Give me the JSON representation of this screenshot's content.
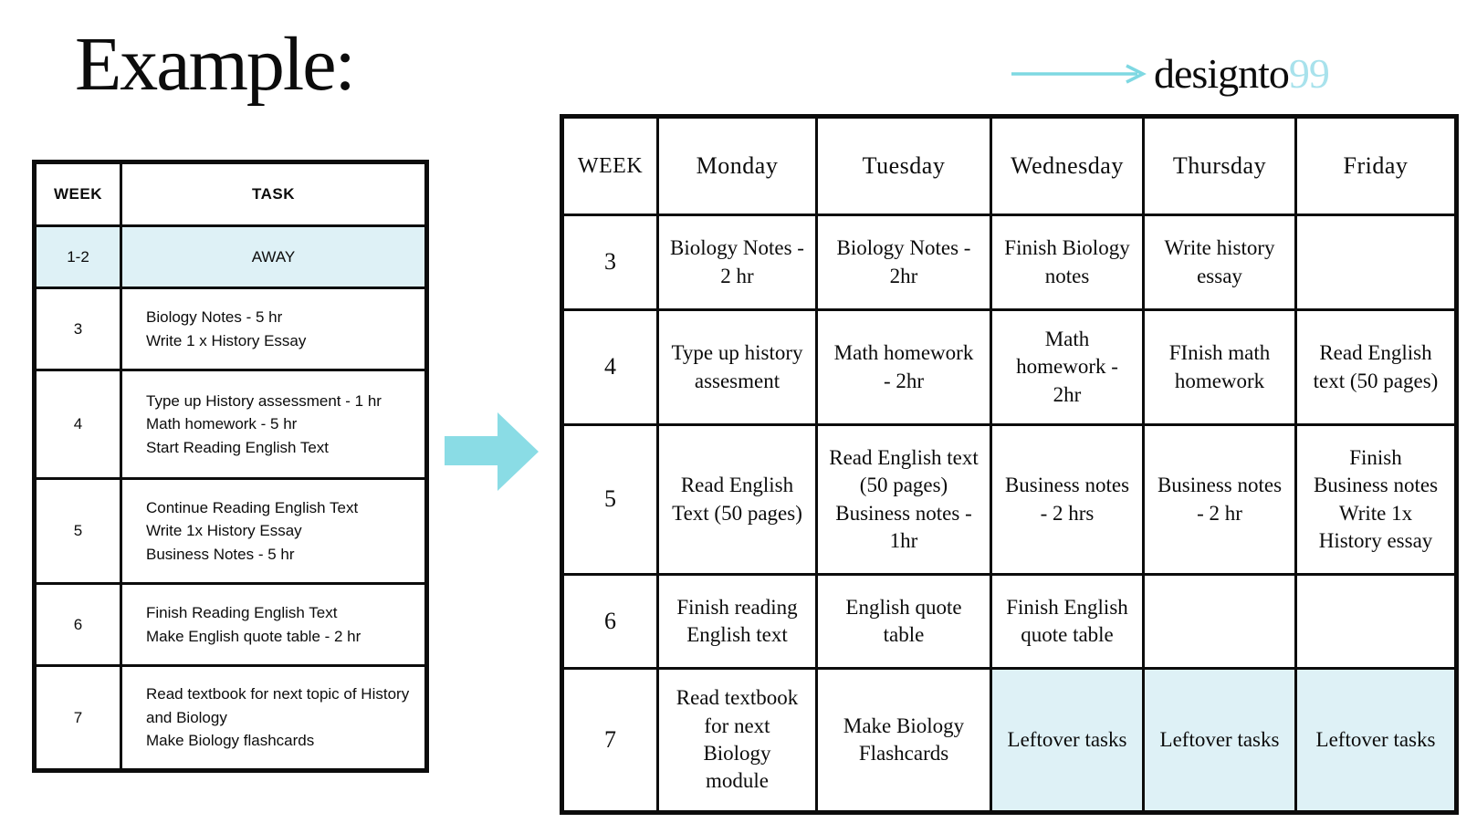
{
  "title": "Example:",
  "logo": {
    "name_black": "designto",
    "name_accent": "99",
    "arrow_icon": "right-arrow"
  },
  "colors": {
    "highlight": "#def1f6",
    "block_arrow": "#8adce5",
    "logo_accent": "#a8e2ec",
    "logo_arrow": "#7ed8e2",
    "ink": "#0c0c0c"
  },
  "task_table": {
    "col_headers": [
      "WEEK",
      "TASK"
    ],
    "rows": [
      {
        "week": "1-2",
        "task": "AWAY",
        "highlight": true
      },
      {
        "week": "3",
        "task": "Biology Notes - 5 hr\nWrite 1 x History Essay",
        "highlight": false
      },
      {
        "week": "4",
        "task": "Type up History assessment - 1 hr\nMath homework - 5 hr\nStart Reading English Text",
        "highlight": false
      },
      {
        "week": "5",
        "task": "Continue Reading English Text\nWrite 1x History Essay\nBusiness Notes - 5 hr",
        "highlight": false
      },
      {
        "week": "6",
        "task": "Finish Reading English Text\nMake English quote table - 2 hr",
        "highlight": false
      },
      {
        "week": "7",
        "task": "Read textbook for next topic of History and Biology\nMake Biology flashcards",
        "highlight": false
      }
    ]
  },
  "schedule_table": {
    "col_headers": [
      "WEEK",
      "Monday",
      "Tuesday",
      "Wednesday",
      "Thursday",
      "Friday"
    ],
    "rows": [
      {
        "week": "3",
        "monday": "Biology Notes - 2 hr",
        "tuesday": "Biology Notes - 2hr",
        "wednesday": "Finish Biology notes",
        "thursday": "Write history essay",
        "friday": "",
        "highlight_days": []
      },
      {
        "week": "4",
        "monday": "Type up history assesment",
        "tuesday": "Math homework - 2hr",
        "wednesday": "Math homework - 2hr",
        "thursday": "FInish math homework",
        "friday": "Read English text (50 pages)",
        "highlight_days": []
      },
      {
        "week": "5",
        "monday": "Read English Text (50 pages)",
        "tuesday": "Read English text (50 pages)\nBusiness notes - 1hr",
        "wednesday": "Business notes - 2 hrs",
        "thursday": "Business notes - 2 hr",
        "friday": "Finish\nBusiness notes\nWrite 1x\nHistory essay",
        "highlight_days": []
      },
      {
        "week": "6",
        "monday": "Finish reading English text",
        "tuesday": "English quote table",
        "wednesday": "Finish English quote table",
        "thursday": "",
        "friday": "",
        "highlight_days": []
      },
      {
        "week": "7",
        "monday": "Read textbook for next Biology module",
        "tuesday": "Make Biology Flashcards",
        "wednesday": "Leftover tasks",
        "thursday": "Leftover tasks",
        "friday": "Leftover tasks",
        "highlight_days": [
          "wednesday",
          "thursday",
          "friday"
        ]
      }
    ]
  }
}
